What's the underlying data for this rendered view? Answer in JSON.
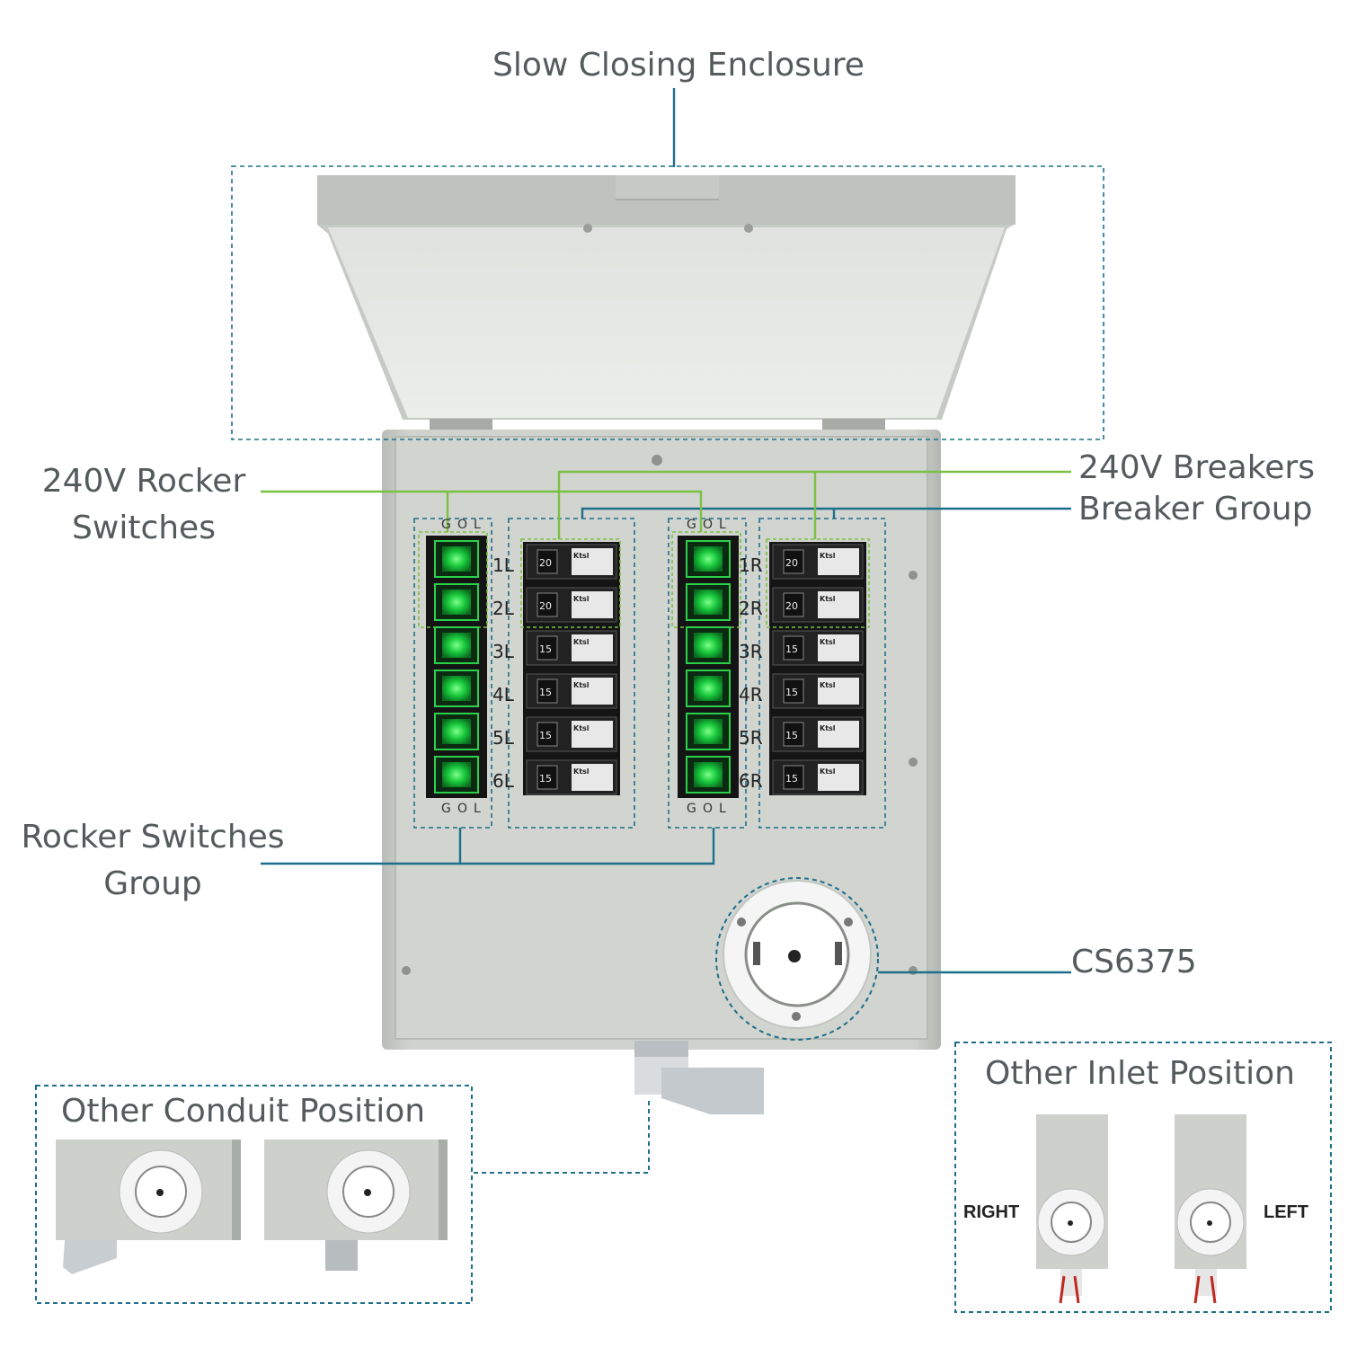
{
  "callouts": {
    "enclosure": "Slow Closing Enclosure",
    "rocker_240v_line1": "240V Rocker",
    "rocker_240v_line2": "Switches",
    "breakers_240v": "240V Breakers",
    "breaker_group": "Breaker Group",
    "rocker_group_line1": "Rocker Switches",
    "rocker_group_line2": "Group",
    "inlet_model": "CS6375"
  },
  "panel": {
    "switch_header": [
      "G",
      "O",
      "L"
    ],
    "left_circuits": [
      "1L",
      "2L",
      "3L",
      "4L",
      "5L",
      "6L"
    ],
    "right_circuits": [
      "1R",
      "2R",
      "3R",
      "4R",
      "5R",
      "6R"
    ],
    "breaker_ratings": [
      "20",
      "20",
      "15",
      "15",
      "15",
      "15"
    ],
    "breaker_brand": "Ktsl"
  },
  "conduit_box": {
    "title": "Other Conduit Position"
  },
  "inlet_box": {
    "title": "Other Inlet Position",
    "right_label": "RIGHT",
    "left_label": "LEFT"
  },
  "colors": {
    "callout_blue": "#1e6f8c",
    "callout_green": "#7ac143",
    "switch_green": "#18c83c",
    "enclosure_gray": "#c9cdc8"
  }
}
